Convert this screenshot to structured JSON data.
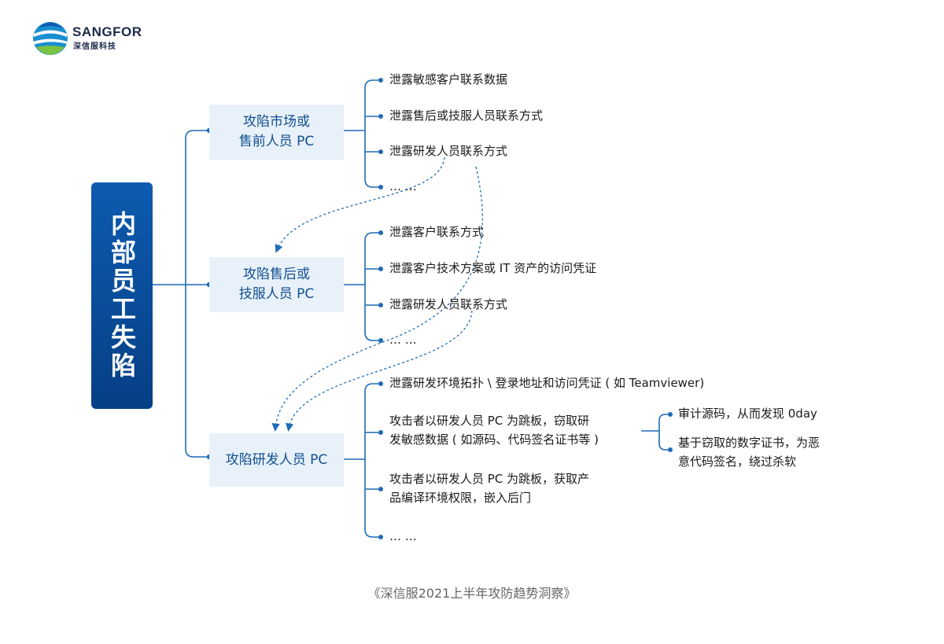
{
  "header": {
    "brand": "SANGFOR",
    "brand_cn": "深信服科技"
  },
  "root": {
    "label": "内部员工失陷"
  },
  "branches": [
    {
      "label": "攻陷市场或\n售前人员 PC",
      "leaves": [
        "泄露敏感客户联系数据",
        "泄露售后或技服人员联系方式",
        "泄露研发人员联系方式",
        "… …"
      ]
    },
    {
      "label": "攻陷售后或\n技服人员 PC",
      "leaves": [
        "泄露客户联系方式",
        "泄露客户技术方案或 IT 资产的访问凭证",
        "泄露研发人员联系方式",
        "… …"
      ]
    },
    {
      "label": "攻陷研发人员 PC",
      "leaves": [
        "泄露研发环境拓扑 \\ 登录地址和访问凭证 ( 如 Teamviewer)",
        "攻击者以研发人员  PC  为跳板，窃取研\n发敏感数据 ( 如源码、代码签名证书等 )",
        "攻击者以研发人员  PC  为跳板，获取产\n品编译环境权限，嵌入后门",
        "… …"
      ],
      "subleaves": [
        "审计源码，从而发现 0day",
        "基于窃取的数字证书，为恶\n意代码签名，绕过杀软"
      ]
    }
  ],
  "source": "《深信服2021上半年攻防趋势洞察》",
  "colors": {
    "primary": "#0d5bb0",
    "box_bg": "#e8f1fa",
    "line": "#1f6cb8"
  }
}
